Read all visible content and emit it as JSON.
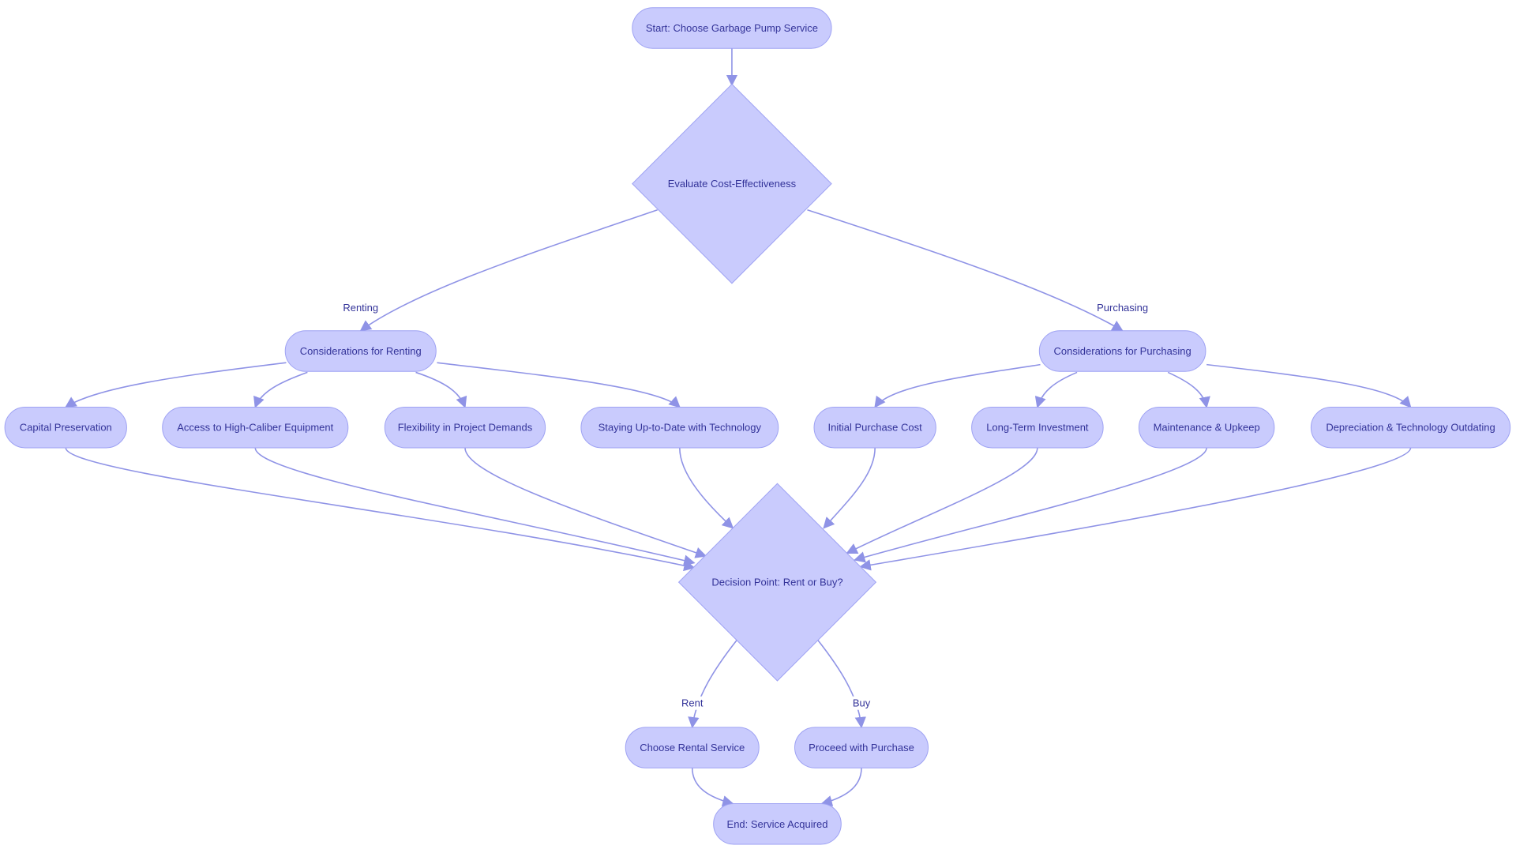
{
  "diagram": {
    "type": "flowchart",
    "colors": {
      "node_fill": "#c9cbfd",
      "node_stroke": "#9ea2f3",
      "edge": "#8f93e6",
      "text": "#333399",
      "background": "#ffffff"
    },
    "nodes": [
      {
        "id": "start",
        "shape": "pill",
        "label": "Start: Choose Garbage Pump Service"
      },
      {
        "id": "evaluate",
        "shape": "diamond",
        "label": "Evaluate Cost-Effectiveness"
      },
      {
        "id": "renting",
        "shape": "pill",
        "label": "Considerations for Renting"
      },
      {
        "id": "purchasing",
        "shape": "pill",
        "label": "Considerations for Purchasing"
      },
      {
        "id": "capital",
        "shape": "pill",
        "label": "Capital Preservation"
      },
      {
        "id": "access",
        "shape": "pill",
        "label": "Access to High-Caliber Equipment"
      },
      {
        "id": "flexibility",
        "shape": "pill",
        "label": "Flexibility in Project Demands"
      },
      {
        "id": "staying",
        "shape": "pill",
        "label": "Staying Up-to-Date with Technology"
      },
      {
        "id": "initial",
        "shape": "pill",
        "label": "Initial Purchase Cost"
      },
      {
        "id": "longterm",
        "shape": "pill",
        "label": "Long-Term Investment"
      },
      {
        "id": "maintenance",
        "shape": "pill",
        "label": "Maintenance & Upkeep"
      },
      {
        "id": "depreciation",
        "shape": "pill",
        "label": "Depreciation & Technology Outdating"
      },
      {
        "id": "decision",
        "shape": "diamond",
        "label": "Decision Point: Rent or Buy?"
      },
      {
        "id": "rental",
        "shape": "pill",
        "label": "Choose Rental Service"
      },
      {
        "id": "purchase",
        "shape": "pill",
        "label": "Proceed with Purchase"
      },
      {
        "id": "end",
        "shape": "pill",
        "label": "End: Service Acquired"
      }
    ],
    "edges": [
      {
        "from": "start",
        "to": "evaluate",
        "label": ""
      },
      {
        "from": "evaluate",
        "to": "renting",
        "label": "Renting"
      },
      {
        "from": "evaluate",
        "to": "purchasing",
        "label": "Purchasing"
      },
      {
        "from": "renting",
        "to": "capital",
        "label": ""
      },
      {
        "from": "renting",
        "to": "access",
        "label": ""
      },
      {
        "from": "renting",
        "to": "flexibility",
        "label": ""
      },
      {
        "from": "renting",
        "to": "staying",
        "label": ""
      },
      {
        "from": "purchasing",
        "to": "initial",
        "label": ""
      },
      {
        "from": "purchasing",
        "to": "longterm",
        "label": ""
      },
      {
        "from": "purchasing",
        "to": "maintenance",
        "label": ""
      },
      {
        "from": "purchasing",
        "to": "depreciation",
        "label": ""
      },
      {
        "from": "capital",
        "to": "decision",
        "label": ""
      },
      {
        "from": "access",
        "to": "decision",
        "label": ""
      },
      {
        "from": "flexibility",
        "to": "decision",
        "label": ""
      },
      {
        "from": "staying",
        "to": "decision",
        "label": ""
      },
      {
        "from": "initial",
        "to": "decision",
        "label": ""
      },
      {
        "from": "longterm",
        "to": "decision",
        "label": ""
      },
      {
        "from": "maintenance",
        "to": "decision",
        "label": ""
      },
      {
        "from": "depreciation",
        "to": "decision",
        "label": ""
      },
      {
        "from": "decision",
        "to": "rental",
        "label": "Rent"
      },
      {
        "from": "decision",
        "to": "purchase",
        "label": "Buy"
      },
      {
        "from": "rental",
        "to": "end",
        "label": ""
      },
      {
        "from": "purchase",
        "to": "end",
        "label": ""
      }
    ]
  }
}
